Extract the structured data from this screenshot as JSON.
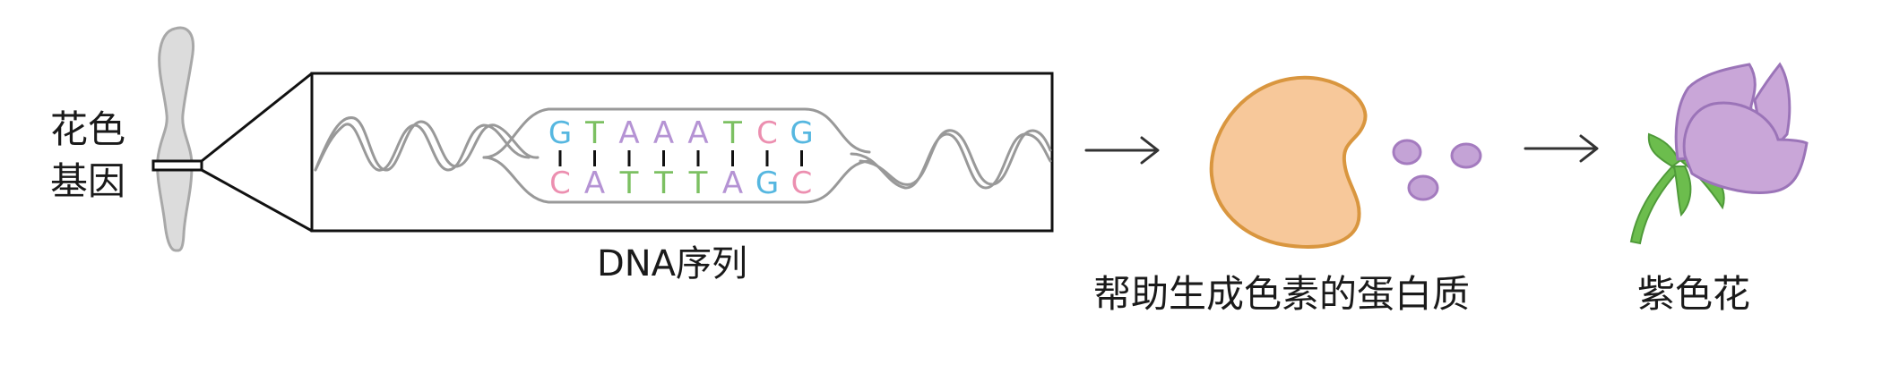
{
  "labels": {
    "gene_line1": "花色",
    "gene_line2": "基因",
    "dna": "DNA序列",
    "protein": "帮助生成色素的蛋白质",
    "flower": "紫色花"
  },
  "sequence": {
    "top": [
      "G",
      "T",
      "A",
      "A",
      "A",
      "T",
      "C",
      "G"
    ],
    "bottom": [
      "C",
      "A",
      "T",
      "T",
      "T",
      "A",
      "G",
      "C"
    ]
  },
  "colors": {
    "G": "#56b7e0",
    "C": "#ec8fb0",
    "A": "#b593d4",
    "T": "#7cc062",
    "outline": "#111111",
    "helix": "#999999",
    "chromosome_fill": "#dcdcdc",
    "chromosome_stroke": "#a8a8a8",
    "protein_fill": "#f7c89a",
    "protein_stroke": "#d9963f",
    "pigment_fill": "#c4a3d6",
    "pigment_stroke": "#a47bbf",
    "petal_fill": "#c9a6d8",
    "petal_stroke": "#9b74b8",
    "stem": "#6cbd4d",
    "stem_stroke": "#4f9a39"
  },
  "icons": [
    "chromosome-icon",
    "dna-helix-icon",
    "arrow-right-icon",
    "protein-icon",
    "pigment-icon",
    "flower-icon"
  ]
}
